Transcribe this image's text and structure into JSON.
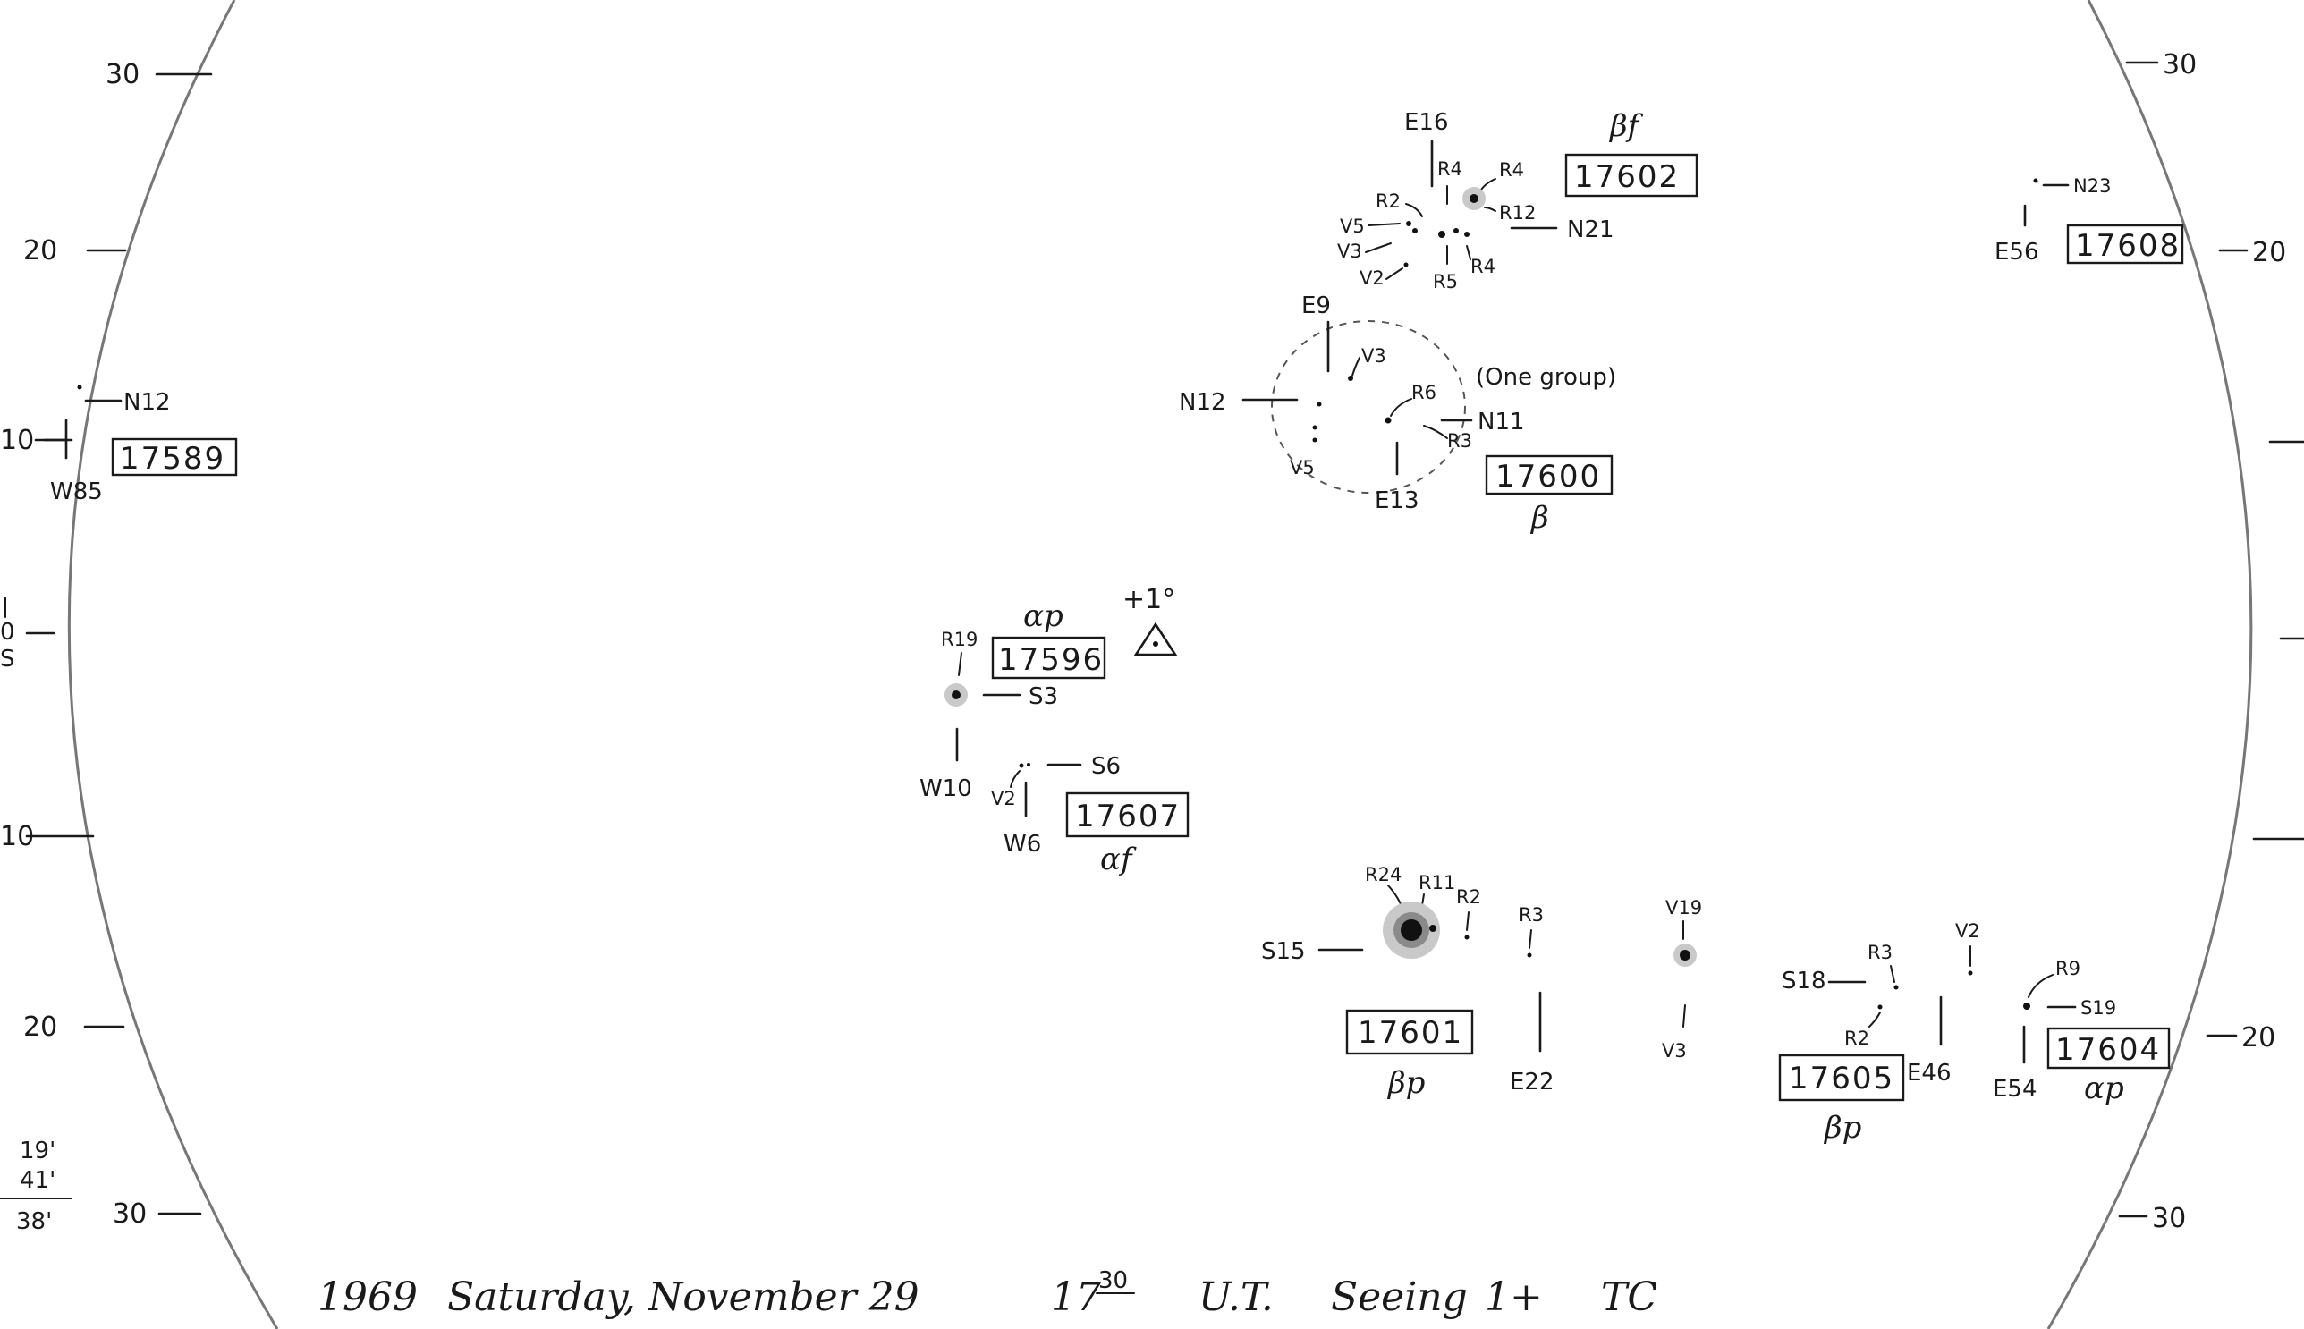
{
  "scale_labels": {
    "left": [
      "30",
      "20",
      "10",
      "10",
      "20",
      "30"
    ],
    "right": [
      "30",
      "20",
      "20",
      "30"
    ]
  },
  "left_margin_fragments": [
    "0",
    "S",
    "19'",
    "41'",
    "38'"
  ],
  "footer": {
    "year": "1969",
    "weekday_date": "Saturday, November 29",
    "time_hour": "17",
    "time_minutes": "30",
    "time_system": "U.T.",
    "seeing_label": "Seeing",
    "seeing_value": "1+",
    "observer": "TC"
  },
  "regions": [
    {
      "number": "17589",
      "position_tags": [
        "N12",
        "W85"
      ]
    },
    {
      "number": "17602",
      "class": "βf",
      "position_tags": [
        "E16",
        "N21"
      ],
      "spot_tags": [
        "R4",
        "R4",
        "R2",
        "R12",
        "V5",
        "V3",
        "V2",
        "R5",
        "R4"
      ]
    },
    {
      "number": "17608",
      "position_tags": [
        "N23",
        "E56"
      ]
    },
    {
      "number": "17600",
      "class": "β",
      "position_tags": [
        "E9",
        "N12",
        "N11",
        "E13"
      ],
      "spot_tags": [
        "V3",
        "R6",
        "R3",
        "V5"
      ],
      "note": "(One group)"
    },
    {
      "number": "17596",
      "class": "αp",
      "position_tags": [
        "S3",
        "W10"
      ],
      "spot_tags": [
        "R19"
      ]
    },
    {
      "number": "17607",
      "class": "αf",
      "position_tags": [
        "S6",
        "W6"
      ],
      "spot_tags": [
        "V2"
      ]
    },
    {
      "number": "17601",
      "class": "βp",
      "position_tags": [
        "S15",
        "E22"
      ],
      "spot_tags": [
        "R24",
        "R11",
        "R2",
        "R3",
        "V19",
        "V3"
      ]
    },
    {
      "number": "17605",
      "class": "βp",
      "position_tags": [
        "S18",
        "E46"
      ],
      "spot_tags": [
        "R3",
        "R2",
        "V2"
      ]
    },
    {
      "number": "17604",
      "class": "αp",
      "position_tags": [
        "S19",
        "E54"
      ],
      "spot_tags": [
        "R9"
      ]
    }
  ],
  "flare_marker": {
    "label": "+1°"
  }
}
